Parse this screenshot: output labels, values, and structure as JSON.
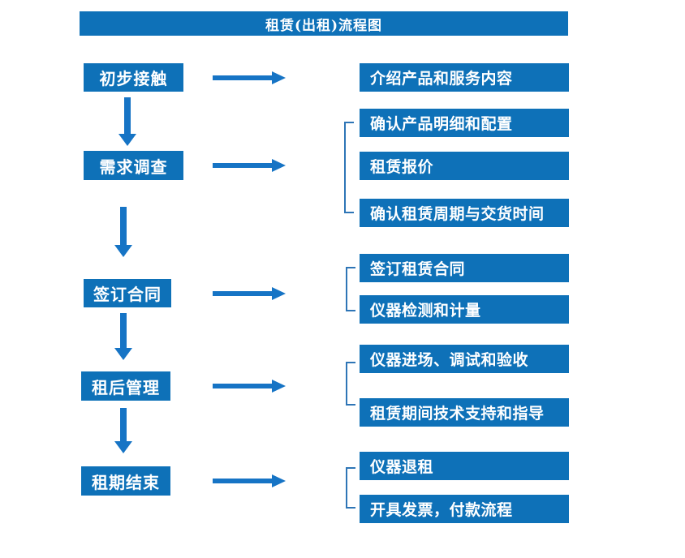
{
  "title": "租赁(出租)流程图",
  "colors": {
    "box-fill": "#0e71b8",
    "arrow": "#1674c5",
    "bracket": "#2e75b6",
    "text": "#ffffff",
    "bg": "#ffffff"
  },
  "steps": [
    {
      "label": "初步接触",
      "details": [
        "介绍产品和服务内容"
      ]
    },
    {
      "label": "需求调查",
      "details": [
        "确认产品明细和配置",
        "租赁报价",
        "确认租赁周期与交货时间"
      ]
    },
    {
      "label": "签订合同",
      "details": [
        "签订租赁合同",
        "仪器检测和计量"
      ]
    },
    {
      "label": "租后管理",
      "details": [
        "仪器进场、调试和验收",
        "租赁期间技术支持和指导"
      ]
    },
    {
      "label": "租期结束",
      "details": [
        "仪器退租",
        "开具发票，付款流程"
      ]
    }
  ]
}
